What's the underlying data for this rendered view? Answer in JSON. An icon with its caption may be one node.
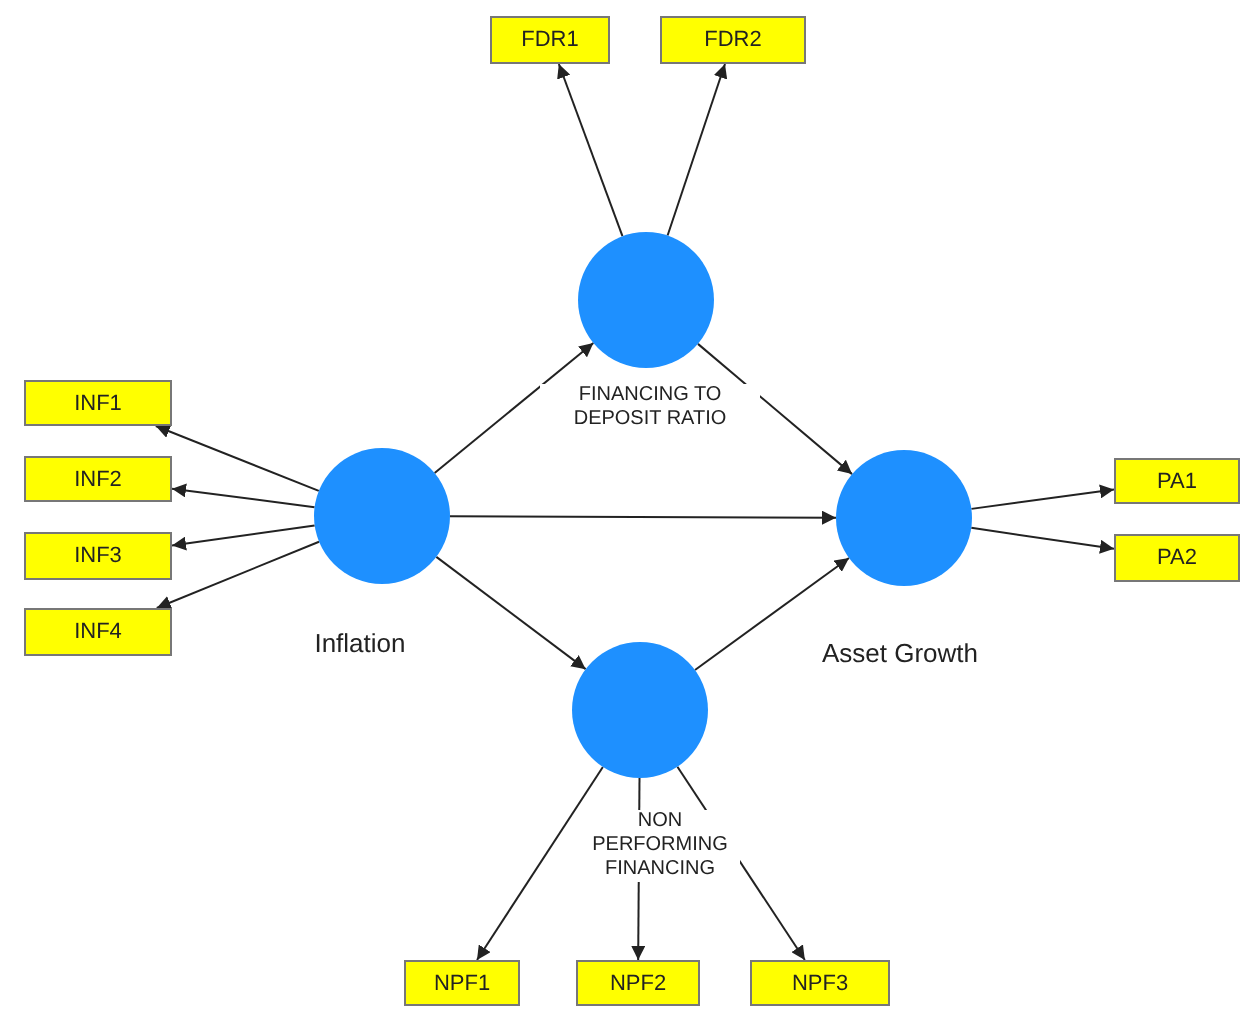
{
  "diagram": {
    "nodes": [
      {
        "text": [
          "FDR1"
        ]
      },
      {
        "text": [
          "FDR2"
        ]
      },
      {
        "text": [],
        "shape": "circle",
        "beside": [
          "FINANCING TO DEPOSIT RATIO"
        ]
      },
      {
        "text": [
          "INF1"
        ]
      },
      {
        "text": [
          "INF2"
        ]
      },
      {
        "text": [
          "INF3"
        ]
      },
      {
        "text": [
          "INF4"
        ]
      },
      {
        "text": [],
        "shape": "circle",
        "beside": [
          "Inflation"
        ]
      },
      {
        "text": [],
        "shape": "circle",
        "beside": [
          "Asset Growth"
        ]
      },
      {
        "text": [
          "PA1"
        ]
      },
      {
        "text": [
          "PA2"
        ]
      },
      {
        "text": [],
        "shape": "circle",
        "beside": [
          "NON PERFORMING FINANCING"
        ]
      },
      {
        "text": [
          "NPF1"
        ]
      },
      {
        "text": [
          "NPF2"
        ]
      },
      {
        "text": [
          "NPF3"
        ]
      }
    ],
    "edges": [
      {
        "from": 2,
        "to": 0,
        "arrow": "to"
      },
      {
        "from": 2,
        "to": 1,
        "arrow": "to"
      },
      {
        "from": 7,
        "to": 3,
        "arrow": "to"
      },
      {
        "from": 7,
        "to": 4,
        "arrow": "to"
      },
      {
        "from": 7,
        "to": 5,
        "arrow": "to"
      },
      {
        "from": 7,
        "to": 6,
        "arrow": "to"
      },
      {
        "from": 7,
        "to": 2,
        "arrow": "to"
      },
      {
        "from": 7,
        "to": 8,
        "arrow": "to"
      },
      {
        "from": 7,
        "to": 11,
        "arrow": "to"
      },
      {
        "from": 2,
        "to": 8,
        "arrow": "to"
      },
      {
        "from": 11,
        "to": 8,
        "arrow": "to"
      },
      {
        "from": 8,
        "to": 9,
        "arrow": "to"
      },
      {
        "from": 8,
        "to": 10,
        "arrow": "to"
      },
      {
        "from": 11,
        "to": 12,
        "arrow": "to"
      },
      {
        "from": 11,
        "to": 13,
        "arrow": "to"
      },
      {
        "from": 11,
        "to": 14,
        "arrow": "to"
      }
    ]
  }
}
